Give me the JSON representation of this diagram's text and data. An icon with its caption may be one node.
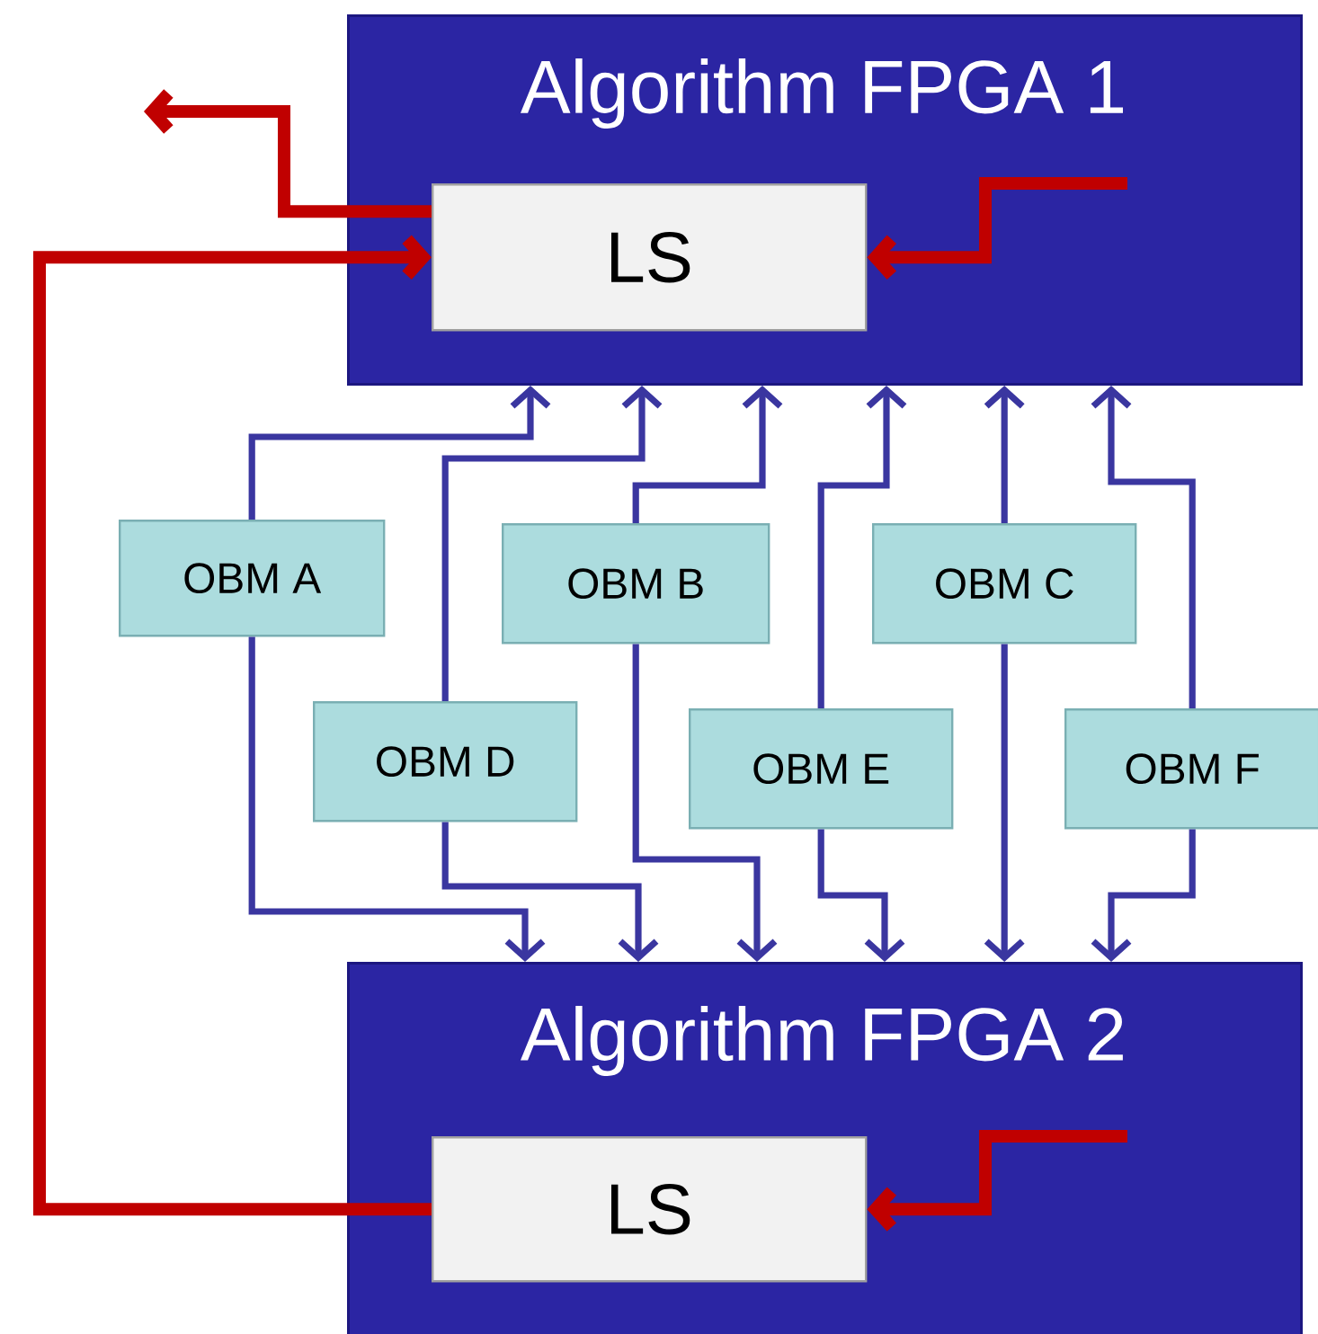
{
  "diagram": {
    "nodes": [
      {
        "text": [
          "Algorithm FPGA 1"
        ]
      },
      {
        "text": [
          "LS"
        ],
        "in": 0
      },
      {
        "text": [
          "Algorithm FPGA 2"
        ]
      },
      {
        "text": [
          "LS"
        ],
        "in": 2
      },
      {
        "text": [
          "OBM A"
        ]
      },
      {
        "text": [
          "OBM B"
        ]
      },
      {
        "text": [
          "OBM C"
        ]
      },
      {
        "text": [
          "OBM D"
        ]
      },
      {
        "text": [
          "OBM E"
        ]
      },
      {
        "text": [
          "OBM F"
        ]
      }
    ],
    "edges": [
      {
        "from": 1,
        "to": null,
        "arrow": "to",
        "style": "thick",
        "color": "#c00000"
      },
      {
        "from": null,
        "to": 1,
        "arrow": "to",
        "style": "thick",
        "color": "#c00000"
      },
      {
        "from": 3,
        "to": 1,
        "arrow": "to",
        "style": "thick",
        "color": "#c00000"
      },
      {
        "from": null,
        "to": 3,
        "arrow": "to",
        "style": "thick",
        "color": "#c00000"
      },
      {
        "from": 4,
        "to": 0,
        "arrow": "to"
      },
      {
        "from": 7,
        "to": 0,
        "arrow": "to"
      },
      {
        "from": 5,
        "to": 0,
        "arrow": "to"
      },
      {
        "from": 8,
        "to": 0,
        "arrow": "to"
      },
      {
        "from": 6,
        "to": 0,
        "arrow": "to"
      },
      {
        "from": 9,
        "to": 0,
        "arrow": "to"
      },
      {
        "from": 4,
        "to": 2,
        "arrow": "to"
      },
      {
        "from": 7,
        "to": 2,
        "arrow": "to"
      },
      {
        "from": 5,
        "to": 2,
        "arrow": "to"
      },
      {
        "from": 8,
        "to": 2,
        "arrow": "to"
      },
      {
        "from": 6,
        "to": 2,
        "arrow": "to"
      },
      {
        "from": 9,
        "to": 2,
        "arrow": "to"
      }
    ]
  }
}
